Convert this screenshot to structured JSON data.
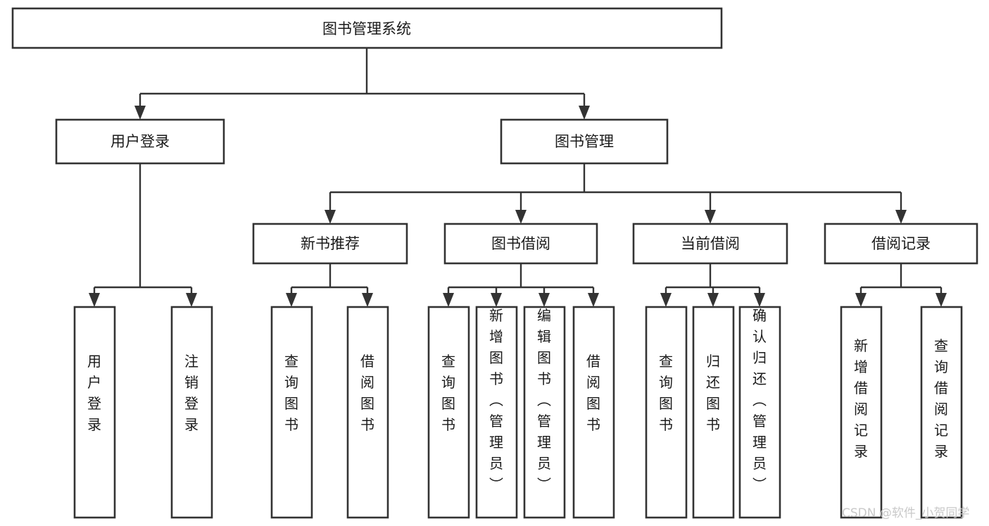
{
  "diagram": {
    "title": "图书管理系统",
    "type": "tree-hierarchy-diagram",
    "colors": {
      "background": "#ffffff",
      "node_fill": "#ffffff",
      "node_stroke": "#333333",
      "text": "#1a1a1a",
      "watermark": "#c9c9c9"
    },
    "root": {
      "label": "图书管理系统",
      "orientation": "horizontal"
    },
    "level2": [
      {
        "label": "用户登录",
        "orientation": "horizontal"
      },
      {
        "label": "图书管理",
        "orientation": "horizontal"
      }
    ],
    "level3": [
      {
        "label": "新书推荐",
        "orientation": "horizontal"
      },
      {
        "label": "图书借阅",
        "orientation": "horizontal"
      },
      {
        "label": "当前借阅",
        "orientation": "horizontal"
      },
      {
        "label": "借阅记录",
        "orientation": "horizontal"
      }
    ],
    "leaves": {
      "user_login": [
        {
          "label": "用户登录",
          "orientation": "vertical"
        },
        {
          "label": "注销登录",
          "orientation": "vertical"
        }
      ],
      "new_book_recommend": [
        {
          "label": "查询图书",
          "orientation": "vertical"
        },
        {
          "label": "借阅图书",
          "orientation": "vertical"
        }
      ],
      "book_borrow": [
        {
          "label": "查询图书",
          "orientation": "vertical"
        },
        {
          "label": "新增图书（管理员）",
          "orientation": "vertical"
        },
        {
          "label": "编辑图书（管理员）",
          "orientation": "vertical"
        },
        {
          "label": "借阅图书",
          "orientation": "vertical"
        }
      ],
      "current_borrow": [
        {
          "label": "查询图书",
          "orientation": "vertical"
        },
        {
          "label": "归还图书",
          "orientation": "vertical"
        },
        {
          "label": "确认归还（管理员）",
          "orientation": "vertical"
        }
      ],
      "borrow_record": [
        {
          "label": "新增借阅记录",
          "orientation": "vertical"
        },
        {
          "label": "查询借阅记录",
          "orientation": "vertical"
        }
      ]
    }
  },
  "watermark": {
    "text": "CSDN @软件_小贺同学"
  }
}
